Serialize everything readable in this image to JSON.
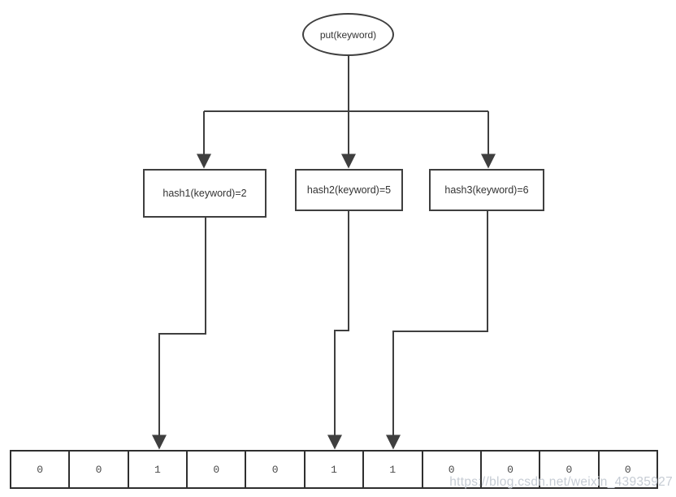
{
  "diagram": {
    "root_node": {
      "label": "put(keyword)"
    },
    "hash_nodes": [
      {
        "label": "hash1(keyword)=2",
        "result_index": 2
      },
      {
        "label": "hash2(keyword)=5",
        "result_index": 5
      },
      {
        "label": "hash3(keyword)=6",
        "result_index": 6
      }
    ],
    "bit_array": {
      "cells": [
        "0",
        "0",
        "1",
        "0",
        "0",
        "1",
        "1",
        "0",
        "0",
        "0",
        "0"
      ]
    },
    "watermark": "https://blog.csdn.net/weixin_43935927",
    "colors": {
      "line": "#3f3f3f",
      "text": "#333333",
      "border": "#2f2f2f",
      "watermark": "#c6ccd4",
      "background": "#ffffff"
    }
  }
}
